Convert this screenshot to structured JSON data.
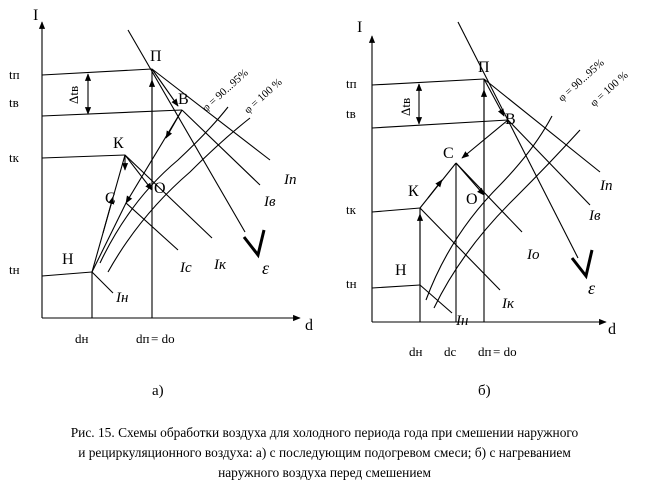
{
  "panel_a": {
    "axis_y": "I",
    "axis_x": "d",
    "t_p": "tп",
    "t_v": "tв",
    "t_k": "tк",
    "t_n": "tн",
    "dt": "Δtв",
    "pt_P": "П",
    "pt_V": "В",
    "pt_K": "К",
    "pt_S": "С",
    "pt_O": "О",
    "pt_N": "Н",
    "d_n": "dн",
    "d_p": "dп",
    "d_eq": "= dо",
    "phi1": "φ = 90...95%",
    "phi2": "φ = 100 %",
    "I_p": "Iп",
    "I_v": "Iв",
    "I_s": "Iс",
    "I_k": "Iк",
    "I_n": "Iн",
    "eps": "ε",
    "panel_label": "а)"
  },
  "panel_b": {
    "axis_y": "I",
    "axis_x": "d",
    "t_p": "tп",
    "t_v": "tв",
    "t_k": "tк",
    "t_n": "tн",
    "dt": "Δtв",
    "pt_P": "П",
    "pt_V": "В",
    "pt_K": "К",
    "pt_S": "С",
    "pt_O": "О",
    "pt_N": "Н",
    "d_n": "dн",
    "d_s": "dс",
    "d_p": "dп",
    "d_eq": "= dо",
    "phi1": "φ = 90...95%",
    "phi2": "φ = 100 %",
    "I_p": "Iп",
    "I_v": "Iв",
    "I_o": "Iо",
    "I_k": "Iк",
    "I_n": "Iн",
    "eps": "ε",
    "panel_label": "б)"
  },
  "caption": {
    "line1": "Рис. 15. Схемы обработки воздуха для холодного периода года при смешении наружного",
    "line2": "и рециркуляционного воздуха: а) с последующим подогревом смеси; б) с нагреванием",
    "line3": "наружного воздуха перед смешением"
  }
}
